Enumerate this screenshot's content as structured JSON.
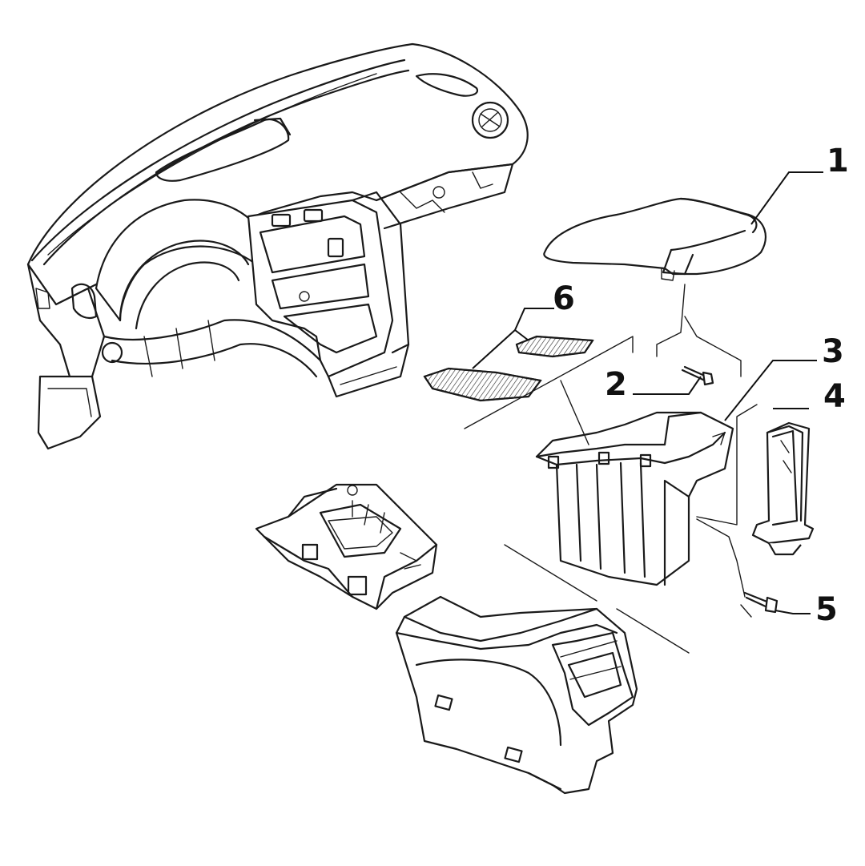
{
  "diagram": {
    "callouts": [
      {
        "id": "1",
        "label": "1"
      },
      {
        "id": "2",
        "label": "2"
      },
      {
        "id": "3",
        "label": "3"
      },
      {
        "id": "4",
        "label": "4"
      },
      {
        "id": "5",
        "label": "5"
      },
      {
        "id": "6",
        "label": "6"
      }
    ],
    "parts": [
      "dashboard",
      "armrest-lid",
      "screw",
      "storage-bin",
      "bracket",
      "bolt",
      "mats",
      "support-frame",
      "center-console"
    ]
  }
}
